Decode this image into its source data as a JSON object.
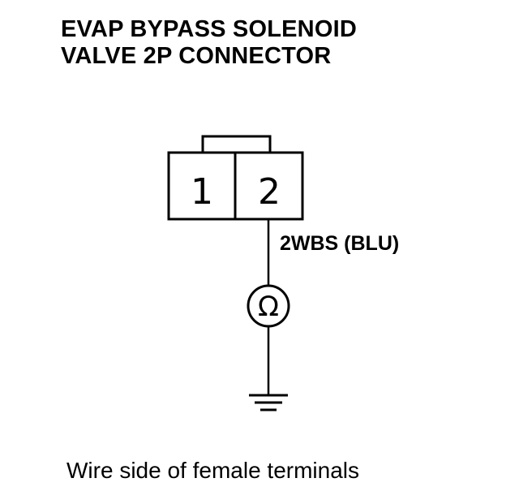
{
  "title": {
    "line1": "EVAP BYPASS SOLENOID",
    "line2": "VALVE 2P CONNECTOR"
  },
  "connector": {
    "pins": [
      "1",
      "2"
    ]
  },
  "wire": {
    "label": "2WBS (BLU)"
  },
  "meter": {
    "symbol": "Ω",
    "icon": "ohmmeter-icon"
  },
  "ground": {
    "icon": "ground-icon"
  },
  "caption": "Wire side of female terminals",
  "colors": {
    "ink": "#000000",
    "background": "#ffffff"
  }
}
